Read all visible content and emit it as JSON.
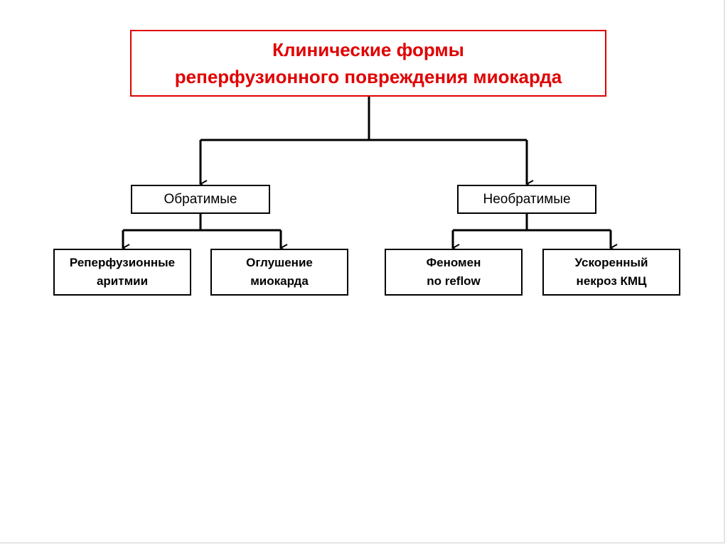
{
  "title": {
    "line1": "Клинические формы",
    "line2": "реперфузионного повреждения миокарда"
  },
  "reversible": {
    "label": "Обратимые",
    "children": [
      {
        "line1": "Реперфузионные",
        "line2": "аритмии"
      },
      {
        "line1": "Оглушение",
        "line2": "миокарда"
      }
    ]
  },
  "irreversible": {
    "label": "Необратимые",
    "children": [
      {
        "line1": "Феномен",
        "line2": "no reflow"
      },
      {
        "line1": "Ускоренный",
        "line2": "некроз КМЦ"
      }
    ]
  },
  "colors": {
    "title": "#e00000",
    "lines": "#000000"
  }
}
